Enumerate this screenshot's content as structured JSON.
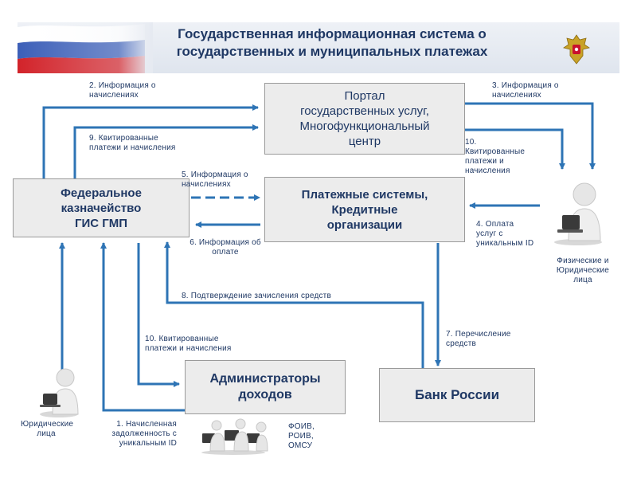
{
  "header": {
    "title": "Государственная информационная система о\nгосударственных и муниципальных платежах"
  },
  "boxes": {
    "portal": "Портал\nгосударственных услуг,\nМногофункциональный\nцентр",
    "treasury": "Федеральное\nказначейство\nГИС ГМП",
    "payment_systems": "Платежные системы,\nКредитные\nорганизации",
    "administrators": "Администраторы\nдоходов",
    "bank": "Банк России"
  },
  "labels": {
    "l2": "2. Информация о\nначислениях",
    "l3": "3. Информация о\nначислениях",
    "l9": "9. Квитированные\nплатежи и начисления",
    "l10_right": "10. Квитированные\nплатежи и начисления",
    "l5": "5. Информация о\nначислениях",
    "l6": "6. Информация об\nоплате",
    "l4": "4. Оплата\nуслуг с\nуникальным ID",
    "l8": "8. Подтверждение зачисления  средств",
    "l7": "7. Перечисление\nсредств",
    "l10_left": "10. Квитированные\nплатежи и начисления",
    "l1": "1. Начисленная\nзадолженность с\nуникальным ID"
  },
  "actors": {
    "physical_legal": "Физические и\nЮридические\nлица",
    "legal": "Юридические\nлица",
    "agencies": "ФОИВ,\nРОИВ,\nОМСУ"
  },
  "colors": {
    "arrow": "#2e74b5",
    "box_text": "#1f3864",
    "box_fill": "#ececec"
  }
}
